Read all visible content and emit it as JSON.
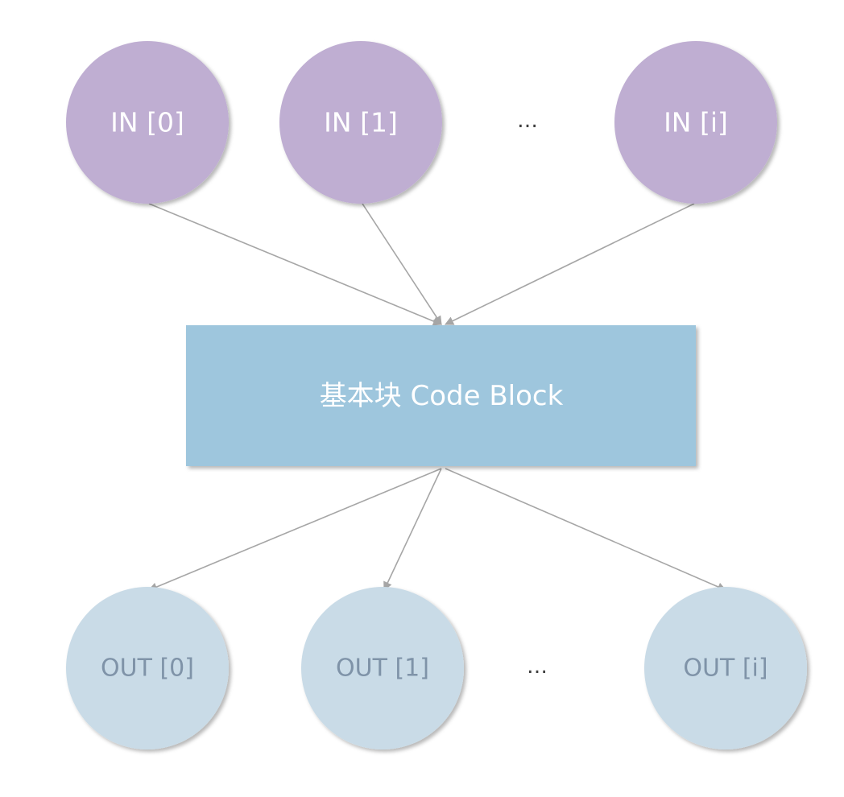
{
  "inputs": [
    {
      "label": "IN [0]"
    },
    {
      "label": "IN [1]"
    },
    {
      "label": "IN [i]"
    }
  ],
  "inputs_ellipsis": "…",
  "block": {
    "label": "基本块 Code Block"
  },
  "outputs": [
    {
      "label": "OUT [0]"
    },
    {
      "label": "OUT [1]"
    },
    {
      "label": "OUT [i]"
    }
  ],
  "outputs_ellipsis": "…",
  "colors": {
    "input_fill": "#bfaed2",
    "block_fill": "#9ec6dd",
    "output_fill": "#c9dbe7",
    "input_text": "#ffffff",
    "block_text": "#ffffff",
    "output_text": "#7f93a8",
    "edge": "#a6a6a6"
  }
}
